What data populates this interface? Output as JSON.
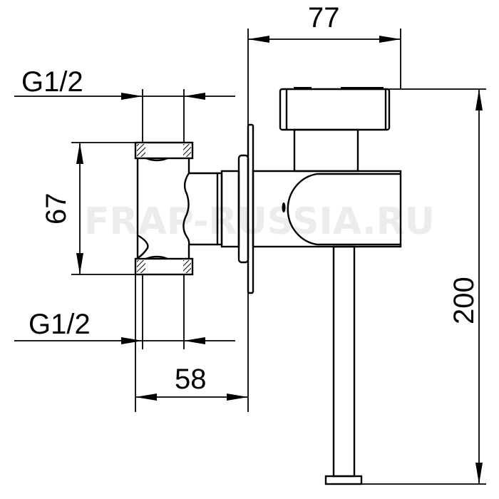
{
  "drawing": {
    "dimensions": {
      "top_width": "77",
      "height": "200",
      "inlet_spacing": "67",
      "inlet_depth": "58",
      "thread_top": "G1/2",
      "thread_bottom": "G1/2"
    },
    "watermark": "FRAP-RUSSIA.RU"
  }
}
